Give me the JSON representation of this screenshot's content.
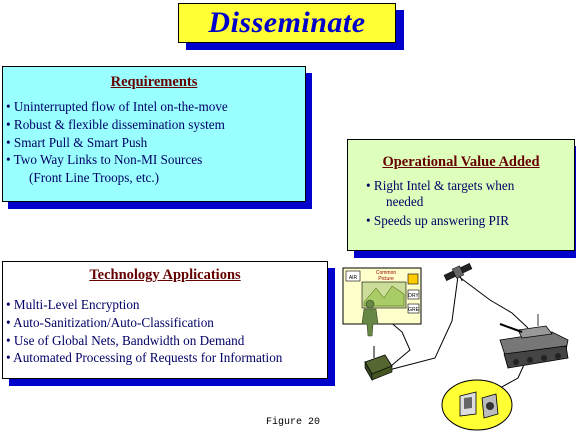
{
  "title": "Disseminate",
  "requirements": {
    "heading": "Requirements",
    "items": [
      "• Uninterrupted flow of Intel on-the-move",
      "• Robust & flexible dissemination system",
      "• Smart Pull & Smart Push",
      "• Two Way Links to Non-MI Sources",
      "(Front Line Troops,  etc.)"
    ]
  },
  "operational": {
    "heading": "Operational Value Added",
    "items": [
      "•  Right Intel & targets when",
      "needed",
      "• Speeds up answering PIR"
    ]
  },
  "technology": {
    "heading": "Technology Applications",
    "items": [
      "• Multi-Level Encryption",
      "• Auto-Sanitization/Auto-Classification",
      "• Use of Global Nets, Bandwidth on Demand",
      "• Automated Processing of Requests for Information"
    ]
  },
  "illustration": {
    "screen_labels": [
      "AIR",
      "Common",
      "Picture",
      "DRY",
      "GRE"
    ]
  },
  "caption": "Figure 20"
}
